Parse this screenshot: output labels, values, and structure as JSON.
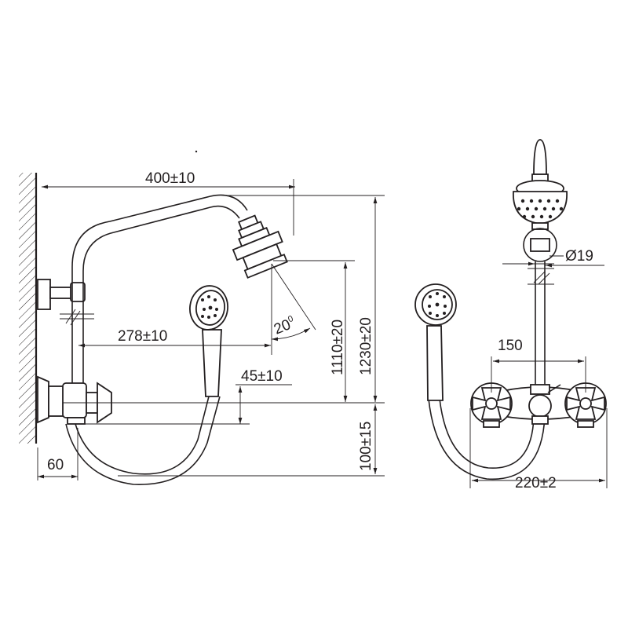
{
  "dimensions": {
    "shower_arm_reach": "400±10",
    "handset_offset": "278±10",
    "head_tilt_angle": "20",
    "head_tilt_unit": "0",
    "mixer_to_head_height": "1110±20",
    "overall_height": "1230±20",
    "inlet_offset": "45±10",
    "outlet_to_hose_bottom": "100±15",
    "wall_clearance": "60",
    "pipe_diameter": "Ø19",
    "valve_spacing": "150",
    "overall_width": "220±2"
  }
}
